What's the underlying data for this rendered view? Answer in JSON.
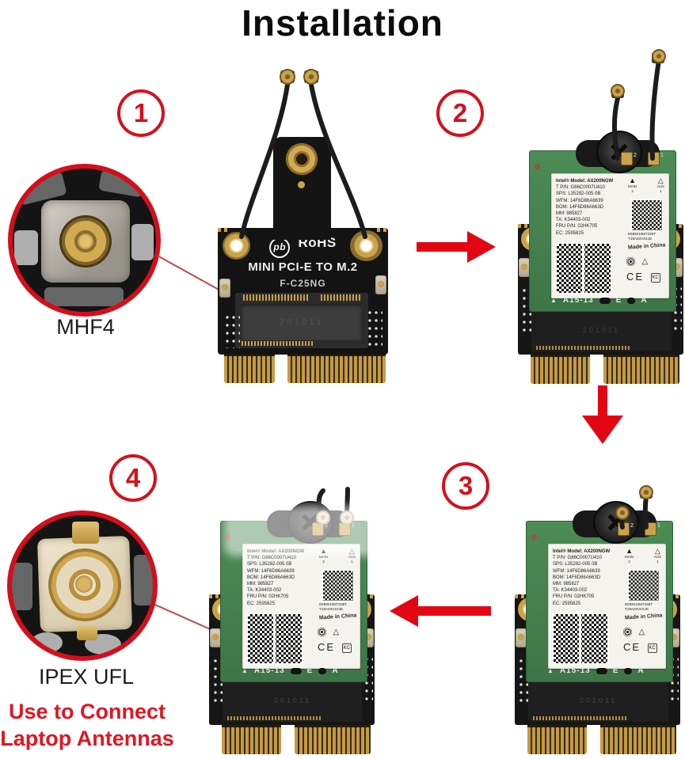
{
  "title": "Installation",
  "colors": {
    "accent_red": "#e20613",
    "note_red": "#e01622",
    "pcb_green": "#47824f",
    "adapter_black": "#161616",
    "gold": "#c9a24a",
    "label_white": "#f4f3ee"
  },
  "steps": {
    "s1": "1",
    "s2": "2",
    "s3": "3",
    "s4": "4"
  },
  "callouts": {
    "mhf4": "MHF4",
    "ipex": "IPEX UFL",
    "note_line1": "Use to Connect",
    "note_line2": "Laptop Antennas"
  },
  "adapter": {
    "logo": "pb",
    "rohs": "RoHS",
    "name": "MINI PCI-E TO M.2",
    "model": "F-C25NG",
    "socket_marking": "201011"
  },
  "ax200": {
    "lines": [
      "Intel® Model: AX200NGW",
      "T P/N: G86C0007U410",
      "SPS: L35282-005    0B",
      "WFM: 14F6D86A6639",
      "BOM: 14F6D86A663D",
      "MM: 985827",
      "TA: K34403-002",
      "FRU P/N: 02HK705",
      "EC: 2595825"
    ],
    "ant_main_label": "MAIN",
    "ant_main_num": "2",
    "ant_aux_label": "AUX",
    "ant_aux_num": "1",
    "serial1": "8SBW10M7338T",
    "serial2": "T18A03V4XJE",
    "origin": "Made in China",
    "ce": "CE",
    "kc": "KC",
    "port_left": "2",
    "port_right": "1",
    "strip_model": "A15-13",
    "strip_e": "E",
    "strip_a": "A",
    "slot_marking": "201011"
  },
  "icons": {
    "tri_filled": "▲",
    "tri_outline": "△"
  }
}
